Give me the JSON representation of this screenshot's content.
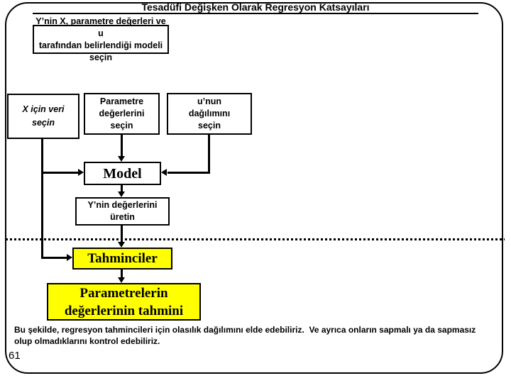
{
  "slide": {
    "title": "Tesadüfi Değişken Olarak Regresyon Katsayıları",
    "page_number": "61",
    "colors": {
      "background": "#FFFFFF",
      "highlight_yellow": "#FFFF00",
      "line_black": "#000000"
    }
  },
  "diagram": {
    "model_spec_box": "Y’nin X, parametre değerleri ve u\ntarafından belirlendiği modeli seçin",
    "x_data_box": "X için veri\nseçin",
    "parameter_box": "Parametre\ndeğerlerini\nseçin",
    "u_distribution_box": "u’nun\ndağılımını\nseçin",
    "model_box": "Model",
    "generate_y_box": "Y’nin değerlerini\nüretin",
    "estimators_box": "Tahminciler",
    "estimates_box": "Parametrelerin\ndeğerlerinin tahmini"
  },
  "footer": {
    "note": "Bu şekilde, regresyon tahmincileri için olasılık dağılımını elde edebiliriz.  Ve ayrıca onların sapmalı ya da sapmasız olup olmadıklarını kontrol edebiliriz."
  }
}
